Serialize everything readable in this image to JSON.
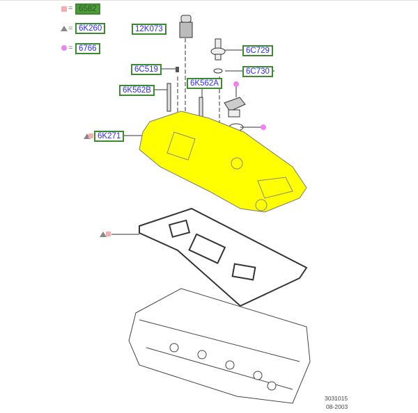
{
  "legend": [
    {
      "symbol": "square",
      "color": "#f4aeb0",
      "part": "6582",
      "selected": true
    },
    {
      "symbol": "triangle",
      "color": "#888888",
      "part": "6K260"
    },
    {
      "symbol": "circle",
      "color": "#ee82ee",
      "part": "6766"
    }
  ],
  "callouts": {
    "p12K073": "12K073",
    "p6C729": "6C729",
    "p6C730": "6C730",
    "p6C519": "6C519",
    "p6K562B": "6K562B",
    "p6K562A": "6K562A",
    "p6K271": "6K271"
  },
  "highlight_color": "#ffff00",
  "footer": {
    "illustration_number": "3031015",
    "date": "08-2003"
  }
}
